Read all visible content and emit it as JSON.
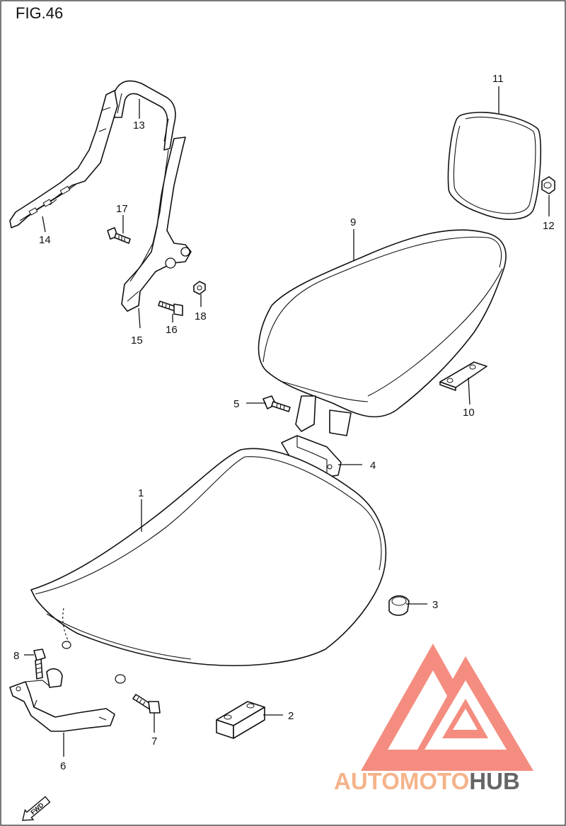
{
  "figure": {
    "title": "FIG.46"
  },
  "callouts": [
    {
      "id": "c1",
      "label": "1"
    },
    {
      "id": "c2",
      "label": "2"
    },
    {
      "id": "c3",
      "label": "3"
    },
    {
      "id": "c4",
      "label": "4"
    },
    {
      "id": "c5",
      "label": "5"
    },
    {
      "id": "c6",
      "label": "6"
    },
    {
      "id": "c7",
      "label": "7"
    },
    {
      "id": "c8",
      "label": "8"
    },
    {
      "id": "c9",
      "label": "9"
    },
    {
      "id": "c10",
      "label": "10"
    },
    {
      "id": "c11",
      "label": "11"
    },
    {
      "id": "c12",
      "label": "12"
    },
    {
      "id": "c13",
      "label": "13"
    },
    {
      "id": "c14",
      "label": "14"
    },
    {
      "id": "c15",
      "label": "15"
    },
    {
      "id": "c16",
      "label": "16"
    },
    {
      "id": "c17",
      "label": "17"
    },
    {
      "id": "c18",
      "label": "18"
    }
  ],
  "direction_marker": "FWD",
  "watermark": {
    "part1": "AUTOMOTO",
    "part2": "HUB",
    "logo_color": "#f37a6a"
  }
}
